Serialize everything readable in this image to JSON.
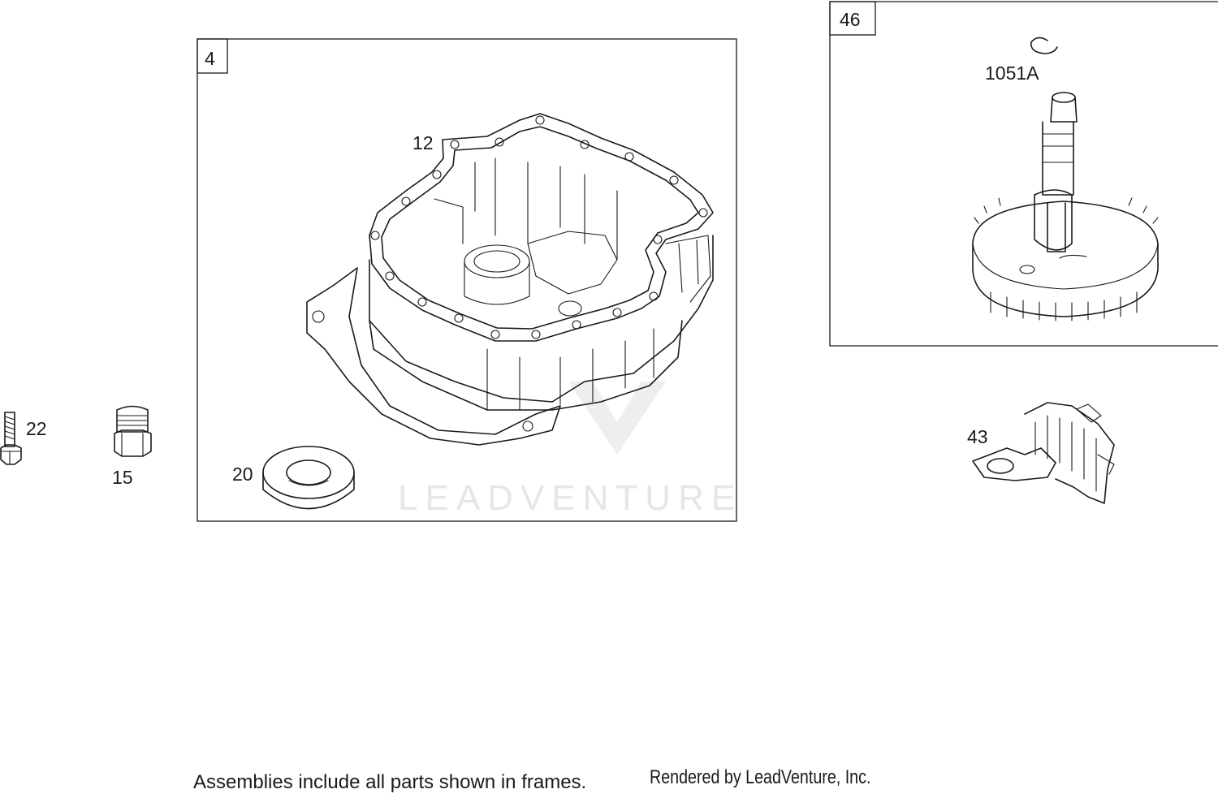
{
  "watermark": {
    "text": "LEADVENTURE"
  },
  "frames": [
    {
      "label": "4"
    },
    {
      "label": "46"
    }
  ],
  "callouts": {
    "part_12": "12",
    "part_20": "20",
    "part_22": "22",
    "part_15": "15",
    "part_1051A": "1051A",
    "part_43": "43"
  },
  "footer": {
    "note": "Assemblies include all parts shown in frames.",
    "credit": "Rendered by LeadVenture, Inc."
  }
}
